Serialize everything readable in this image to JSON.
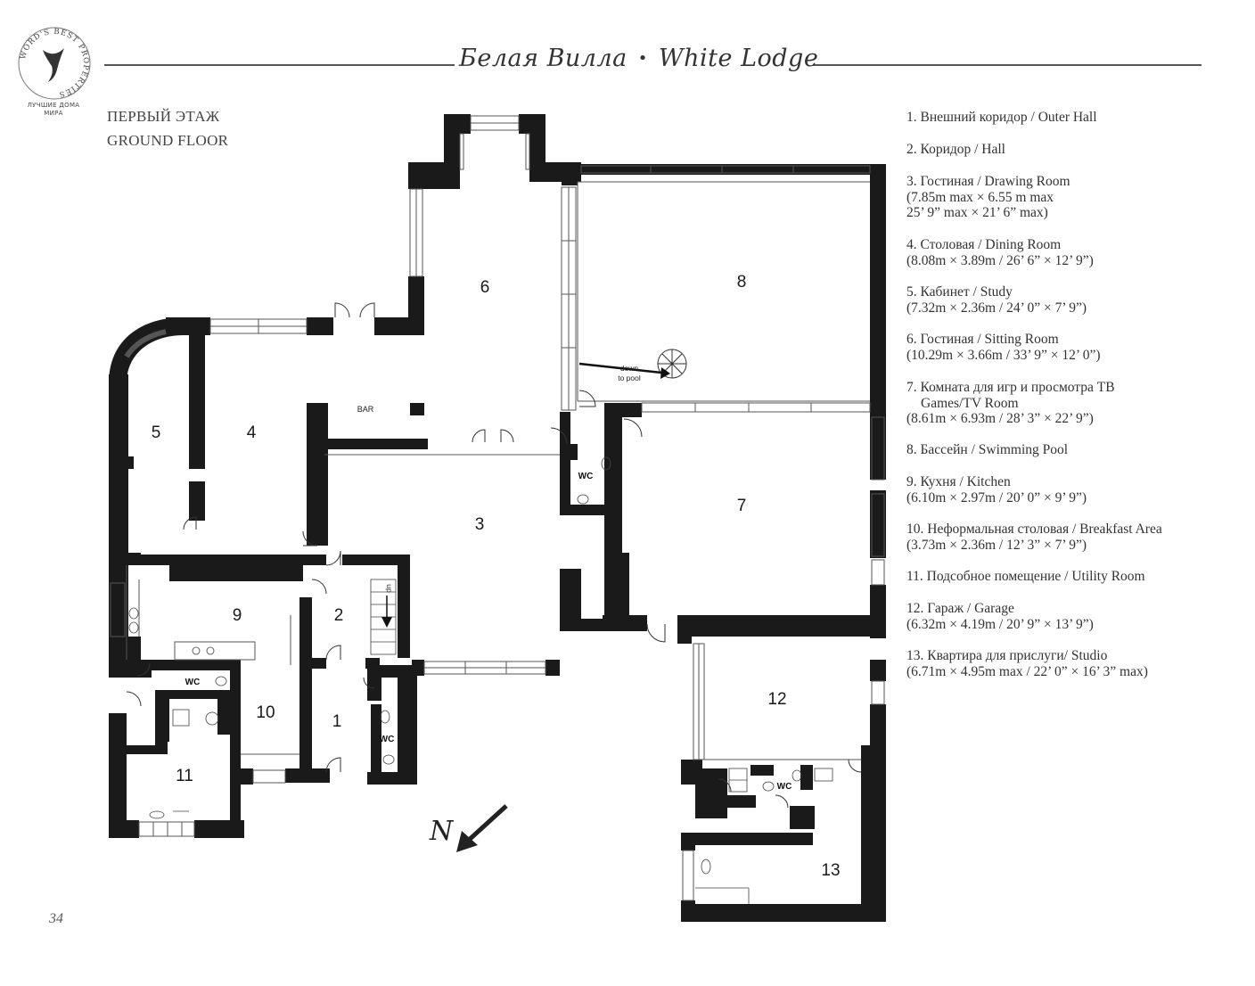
{
  "logo": {
    "ring_text": "WORD'S BEST PROPERTIES",
    "caption_line1": "ЛУЧШИЕ ДОМА",
    "caption_line2": "МИРА"
  },
  "header": {
    "title_ru": "Белая Вилла",
    "separator": "•",
    "title_en": "White Lodge"
  },
  "floor_label": {
    "ru": "ПЕРВЫЙ ЭТАЖ",
    "en": "GROUND FLOOR"
  },
  "legend": [
    {
      "lines": [
        "1. Внешний коридор / Outer Hall"
      ]
    },
    {
      "lines": [
        "2. Коридор / Hall"
      ]
    },
    {
      "lines": [
        "3. Гостиная / Drawing Room",
        "(7.85m max × 6.55 m max",
        "25’ 9” max × 21’ 6” max)"
      ]
    },
    {
      "lines": [
        "4. Столовая / Dining Room",
        "(8.08m × 3.89m / 26’ 6” × 12’ 9”)"
      ]
    },
    {
      "lines": [
        "5. Кабинет / Study",
        "(7.32m × 2.36m / 24’ 0” × 7’ 9”)"
      ]
    },
    {
      "lines": [
        "6. Гостиная / Sitting Room",
        "(10.29m × 3.66m / 33’ 9” × 12’ 0”)"
      ]
    },
    {
      "lines": [
        "7. Комната для игр и просмотра ТВ",
        "Games/TV Room",
        "(8.61m × 6.93m / 28’ 3” × 22’ 9”)"
      ]
    },
    {
      "lines": [
        "8. Бассейн / Swimming Pool"
      ]
    },
    {
      "lines": [
        "9. Кухня / Kitchen",
        "(6.10m × 2.97m / 20’ 0” × 9’ 9”)"
      ]
    },
    {
      "lines": [
        "10. Неформальная столовая / Breakfast Area",
        "(3.73m × 2.36m / 12’ 3” × 7’ 9”)"
      ]
    },
    {
      "lines": [
        "11. Подсобное помещение / Utility Room"
      ]
    },
    {
      "lines": [
        "12. Гараж / Garage",
        "(6.32m × 4.19m / 20’ 9” × 13’ 9”)"
      ]
    },
    {
      "lines": [
        "13. Квартира для прислуги/ Studio",
        "(6.71m × 4.95m max / 22’ 0” × 16’ 3” max)"
      ]
    }
  ],
  "plan": {
    "rooms": [
      "1",
      "2",
      "3",
      "4",
      "5",
      "6",
      "7",
      "8",
      "9",
      "10",
      "11",
      "12",
      "13"
    ],
    "bar_label": "BAR",
    "wc_label": "WC",
    "stair_up": "up",
    "pool_stair_line1": "down",
    "pool_stair_line2": "to pool",
    "north": "N"
  },
  "page_number": "34",
  "colors": {
    "wall": "#1a1a1a",
    "rule": "#555555",
    "background": "#ffffff"
  }
}
